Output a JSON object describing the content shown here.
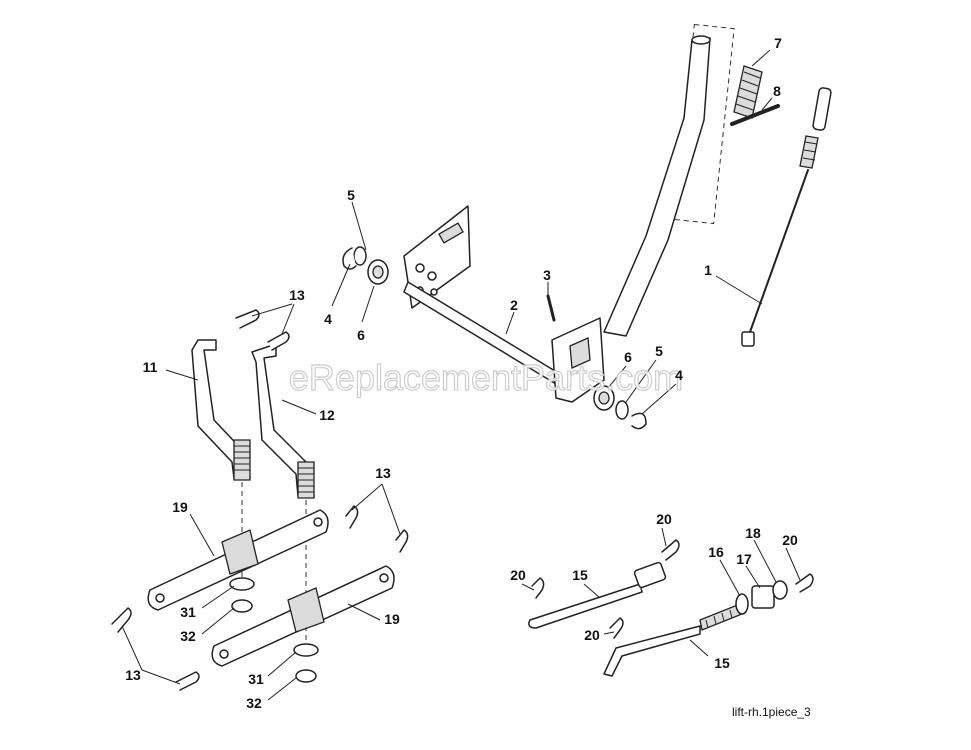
{
  "watermark": "eReplacementParts.com",
  "caption": "lift-rh.1piece_3",
  "callouts": {
    "c1": "1",
    "c2": "2",
    "c3": "3",
    "c4a": "4",
    "c4b": "4",
    "c5a": "5",
    "c5b": "5",
    "c6a": "6",
    "c6b": "6",
    "c7": "7",
    "c8": "8",
    "c11": "11",
    "c12": "12",
    "c13a": "13",
    "c13b": "13",
    "c13c": "13",
    "c15a": "15",
    "c15b": "15",
    "c16": "16",
    "c17": "17",
    "c18": "18",
    "c19a": "19",
    "c19b": "19",
    "c20a": "20",
    "c20b": "20",
    "c20c": "20",
    "c20d": "20",
    "c31a": "31",
    "c31b": "31",
    "c32a": "32",
    "c32b": "32"
  }
}
